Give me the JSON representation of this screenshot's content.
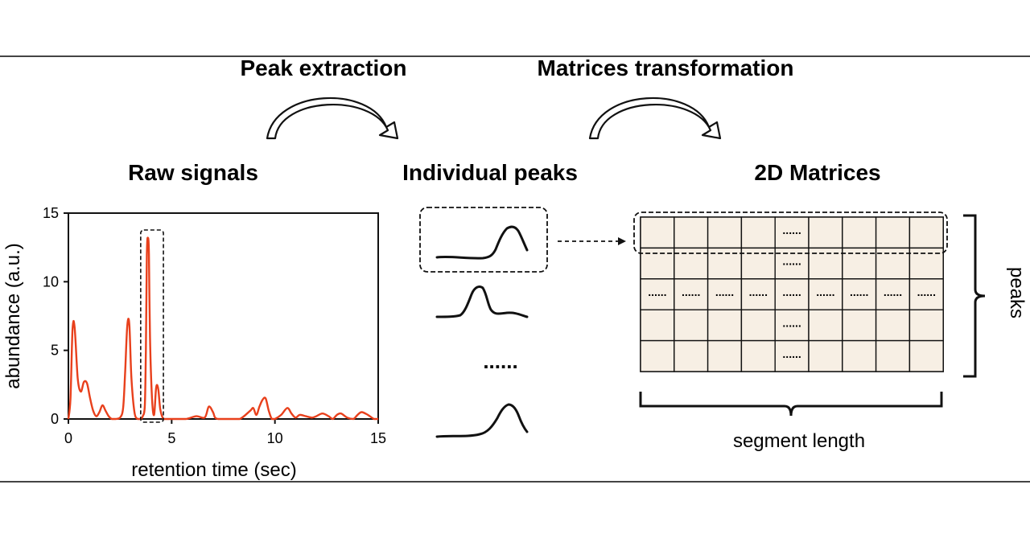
{
  "steps": {
    "step1_label": "Peak extraction",
    "step2_label": "Matrices transformation"
  },
  "panels": {
    "raw_title": "Raw signals",
    "peaks_title": "Individual peaks",
    "matrix_title": "2D Matrices",
    "peaks_ellipsis": "......",
    "matrix_ellipsis": "......"
  },
  "matrix": {
    "rows": 5,
    "cols": 9,
    "ellipsis_col": 4,
    "ellipsis_row": 2,
    "cell_color": "#f7efe4",
    "row_brace_label": "peaks",
    "col_brace_label": "segment length"
  },
  "chart_data": {
    "type": "line",
    "title": "",
    "xlabel": "retention time (sec)",
    "ylabel": "abundance (a.u.)",
    "xlim": [
      0,
      15
    ],
    "ylim": [
      0,
      15
    ],
    "xticks": [
      0,
      5,
      10,
      15
    ],
    "yticks": [
      0,
      5,
      10,
      15
    ],
    "line_color": "#e8401c",
    "grid": false,
    "highlight_range": [
      3.5,
      4.6
    ],
    "series": [
      {
        "x": [
          0,
          0.1,
          0.2,
          0.3,
          0.45,
          0.6,
          0.75,
          0.9,
          1.05,
          1.2,
          1.35,
          1.5,
          1.65,
          1.8,
          1.95,
          2.1,
          2.3,
          2.5,
          2.65,
          2.75,
          2.85,
          2.95,
          3.05,
          3.2,
          3.35,
          3.5,
          3.6,
          3.7,
          3.75,
          3.8,
          3.85,
          3.9,
          3.95,
          4.05,
          4.15,
          4.25,
          4.35,
          4.45,
          4.6,
          4.8,
          5.0,
          5.3,
          5.7,
          6.2,
          6.6,
          6.8,
          7.0,
          7.1,
          7.25,
          7.5,
          7.8,
          8.3,
          8.8,
          8.95,
          9.1,
          9.25,
          9.4,
          9.55,
          9.7,
          9.85,
          10.0,
          10.3,
          10.6,
          10.8,
          11.0,
          11.2,
          11.5,
          11.8,
          12.0,
          12.3,
          12.6,
          12.8,
          13.0,
          13.2,
          13.5,
          13.8,
          14.0,
          14.2,
          14.5,
          14.8,
          15.0
        ],
        "y": [
          0,
          1.5,
          6.5,
          6.7,
          3.0,
          2.0,
          2.7,
          2.6,
          1.5,
          0.6,
          0.2,
          0.5,
          1.0,
          0.6,
          0.2,
          0.0,
          0.0,
          0.1,
          0.8,
          3.5,
          6.8,
          6.9,
          3.0,
          0.5,
          0.0,
          0.0,
          0.2,
          1.0,
          5.0,
          12.0,
          13.2,
          12.0,
          6.0,
          1.5,
          0.3,
          2.3,
          2.2,
          0.7,
          0.0,
          0.0,
          0.0,
          0.0,
          0.0,
          0.2,
          0.1,
          0.9,
          0.5,
          0.1,
          0.0,
          0.0,
          0.0,
          0.0,
          0.6,
          0.8,
          0.3,
          0.9,
          1.4,
          1.5,
          0.6,
          0.0,
          0.0,
          0.3,
          0.8,
          0.4,
          0.1,
          0.3,
          0.2,
          0.1,
          0.2,
          0.4,
          0.2,
          0.0,
          0.3,
          0.4,
          0.1,
          0.0,
          0.3,
          0.5,
          0.3,
          0.0,
          0.0
        ]
      }
    ]
  }
}
